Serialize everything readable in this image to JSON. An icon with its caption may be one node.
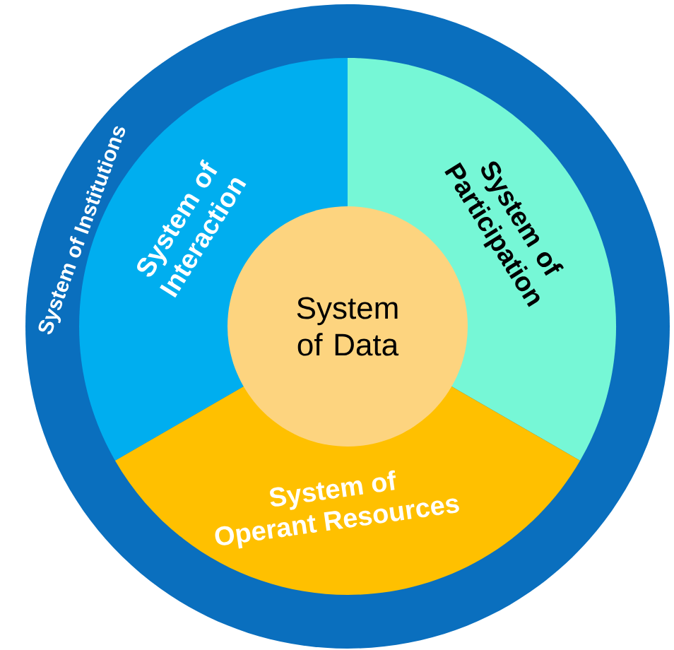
{
  "diagram": {
    "nodes": [
      {
        "text": [
          "System of Institutions"
        ]
      },
      {
        "text": [
          "System of Interaction"
        ],
        "in": 0
      },
      {
        "text": [
          "System of Participation"
        ],
        "in": 0
      },
      {
        "text": [
          "System of Operant Resources"
        ],
        "in": 0
      },
      {
        "text": [
          "System of Data"
        ],
        "in": 0
      }
    ]
  }
}
